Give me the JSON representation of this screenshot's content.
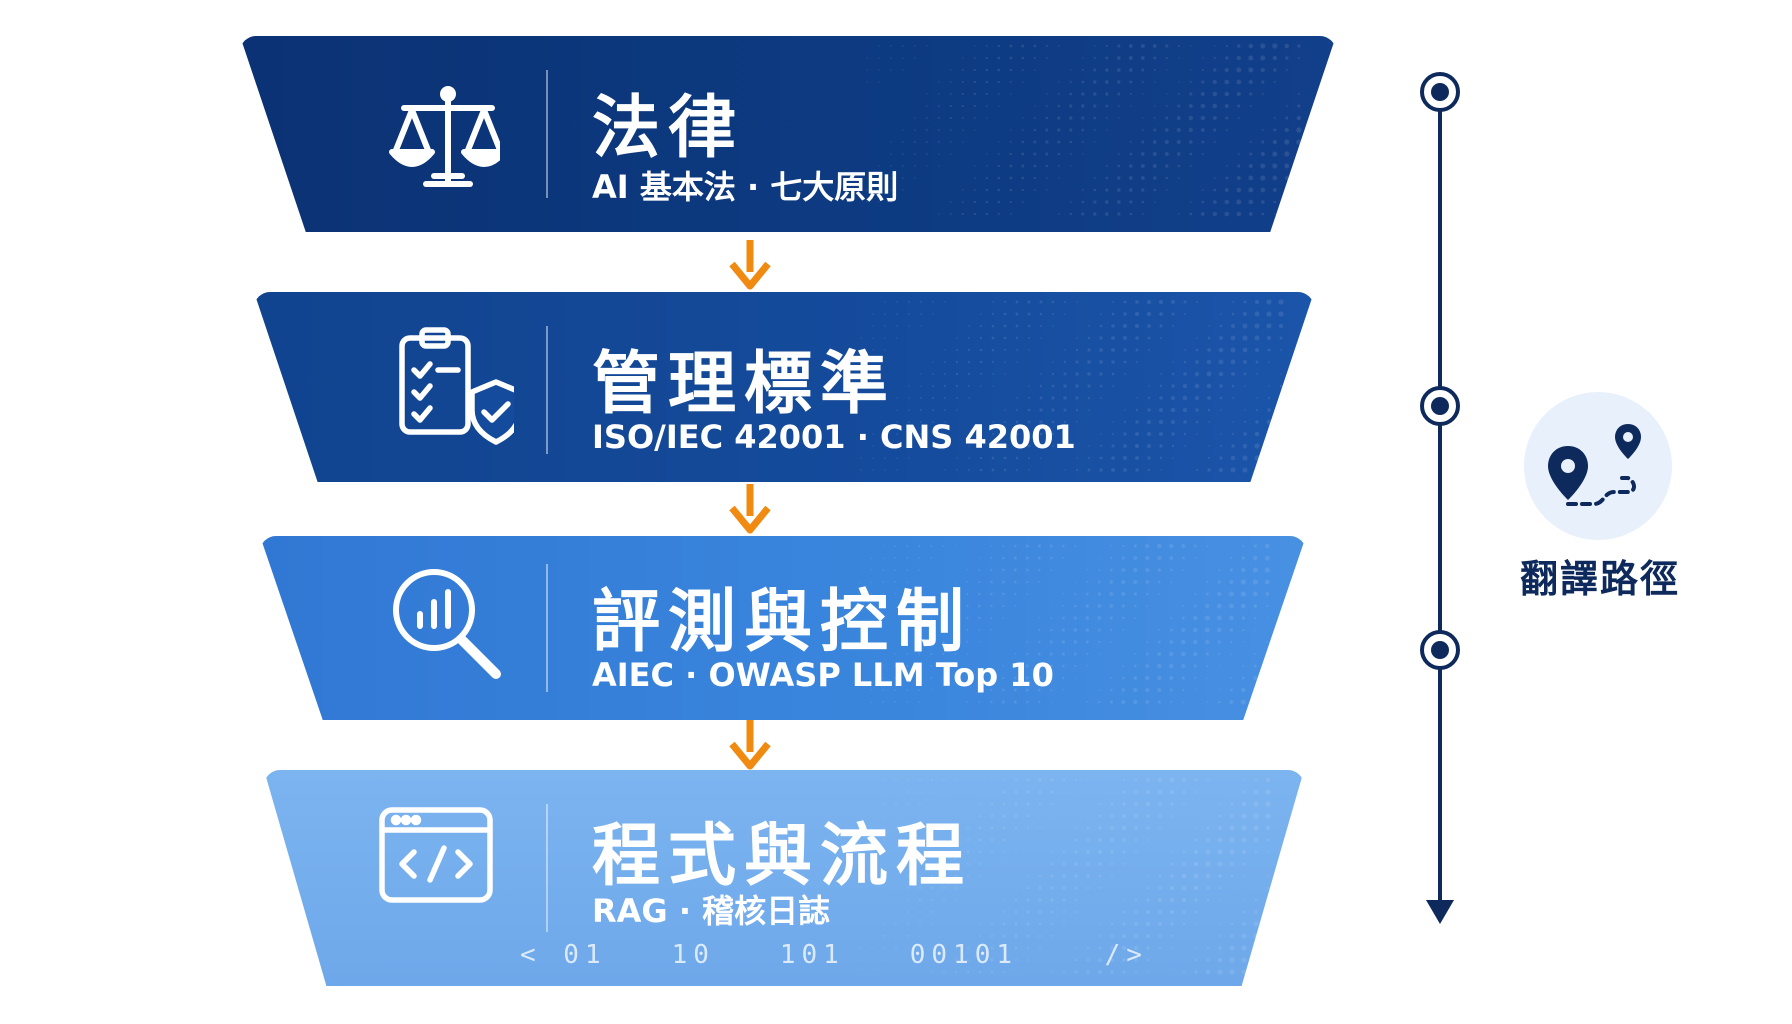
{
  "tiers": [
    {
      "title": "法律",
      "subtitle": "AI 基本法 · 七大原則",
      "icon": "scales-icon",
      "color": "#0d3b82"
    },
    {
      "title": "管理標準",
      "subtitle": "ISO/IEC 42001 · CNS 42001",
      "icon": "checklist-shield-icon",
      "color": "#154b9c"
    },
    {
      "title": "評測與控制",
      "subtitle": "AIEC · OWASP LLM Top 10",
      "icon": "search-chart-icon",
      "color": "#3a86dd"
    },
    {
      "title": "程式與流程",
      "subtitle": "RAG · 稽核日誌",
      "icon": "code-window-icon",
      "color": "#79b1ee"
    }
  ],
  "binary_text": "< 01   10   101   00101    />",
  "side_panel": {
    "label": "翻譯路徑",
    "icon": "route-pins-icon"
  },
  "colors": {
    "arrow": "#f08a10",
    "timeline": "#0e2a5c",
    "badge_bg": "#e7f0fb"
  }
}
